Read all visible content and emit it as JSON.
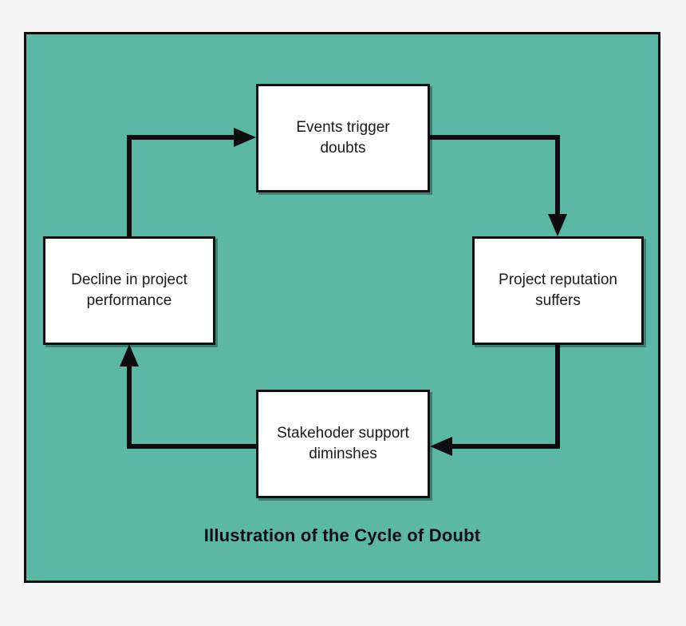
{
  "diagram": {
    "title": "Illustration of the Cycle of Doubt",
    "caption": "Illustration of the Cycle of Doubt",
    "type": "cycle-flowchart",
    "background_color": "#f5f5f5",
    "panel_color": "#5cb8a5",
    "node_fill": "#ffffff",
    "stroke_color": "#111111",
    "text_color": "#1a1a1a",
    "nodes": [
      {
        "id": "events",
        "label": "Events trigger\ndoubts",
        "line1": "Events trigger",
        "line2": "doubts",
        "position": "top"
      },
      {
        "id": "reputation",
        "label": "Project reputation\nsuffers",
        "line1": "Project reputation",
        "line2": "suffers",
        "position": "right"
      },
      {
        "id": "stakeholder",
        "label": "Stakehoder support\ndiminshes",
        "line1": "Stakehoder support",
        "line2": "diminshes",
        "position": "bottom"
      },
      {
        "id": "decline",
        "label": "Decline in project\nperformance",
        "line1": "Decline in project",
        "line2": "performance",
        "position": "left"
      }
    ],
    "edges": [
      {
        "id": "edge-events-to-reputation",
        "from": "events",
        "to": "reputation",
        "direction": "right-then-down",
        "arrowhead": "down"
      },
      {
        "id": "edge-reputation-to-stakeholder",
        "from": "reputation",
        "to": "stakeholder",
        "direction": "down-then-left",
        "arrowhead": "left"
      },
      {
        "id": "edge-stakeholder-to-decline",
        "from": "stakeholder",
        "to": "decline",
        "direction": "left-then-up",
        "arrowhead": "up"
      },
      {
        "id": "edge-decline-to-events",
        "from": "decline",
        "to": "events",
        "direction": "up-then-right",
        "arrowhead": "right"
      }
    ]
  }
}
